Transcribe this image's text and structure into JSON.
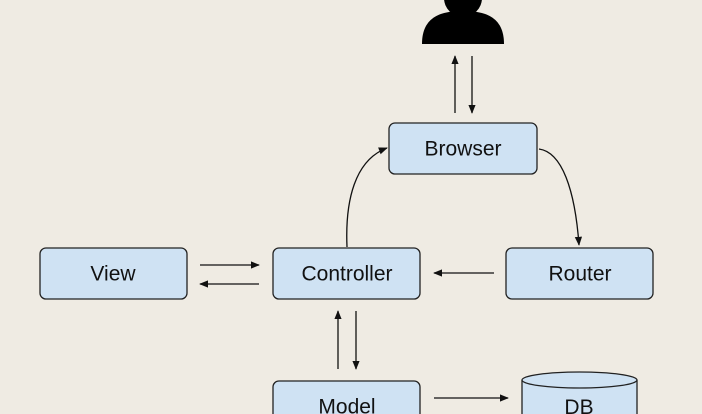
{
  "diagram": {
    "nodes": {
      "browser": "Browser",
      "view": "View",
      "controller": "Controller",
      "router": "Router",
      "model": "Model",
      "db": "DB"
    },
    "icons": {
      "user": "user-icon",
      "database": "database-icon"
    },
    "colors": {
      "background": "#efebe3",
      "box_fill": "#cfe2f3",
      "stroke": "#111111"
    }
  }
}
